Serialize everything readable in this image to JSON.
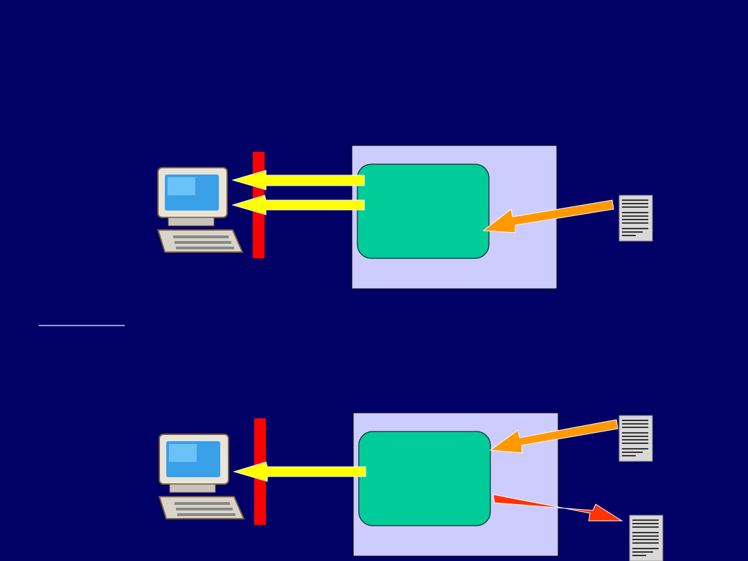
{
  "colors": {
    "background": "#000066",
    "server_box": "#ccccff",
    "process_box": "#00cc99",
    "firewall": "#ff0000",
    "response_arrow": "#ffff00",
    "input_arrow": "#ff9900",
    "output_arrow": "#ff3300",
    "document": "#d8d8d8"
  },
  "panels": [
    {
      "id": "top",
      "response_arrows": 2,
      "input_documents": 1,
      "output_documents": 0
    },
    {
      "id": "bottom",
      "response_arrows": 1,
      "input_documents": 1,
      "output_documents": 1
    }
  ]
}
